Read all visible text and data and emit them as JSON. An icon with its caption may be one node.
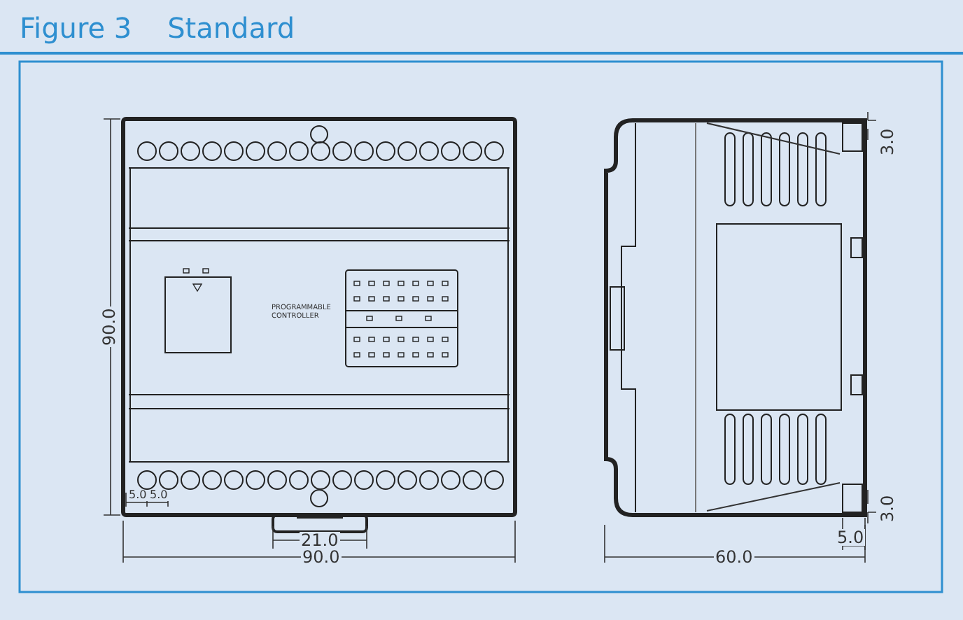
{
  "diagram": {
    "title": "Figure 3    Standard",
    "labels": [
      "PROGRAMMABLE CONTROLLER",
      "90.0",
      "5.0",
      "5.0",
      "21.0",
      "90.0",
      "3.0",
      "3.0",
      "5.0",
      "60.0"
    ]
  }
}
